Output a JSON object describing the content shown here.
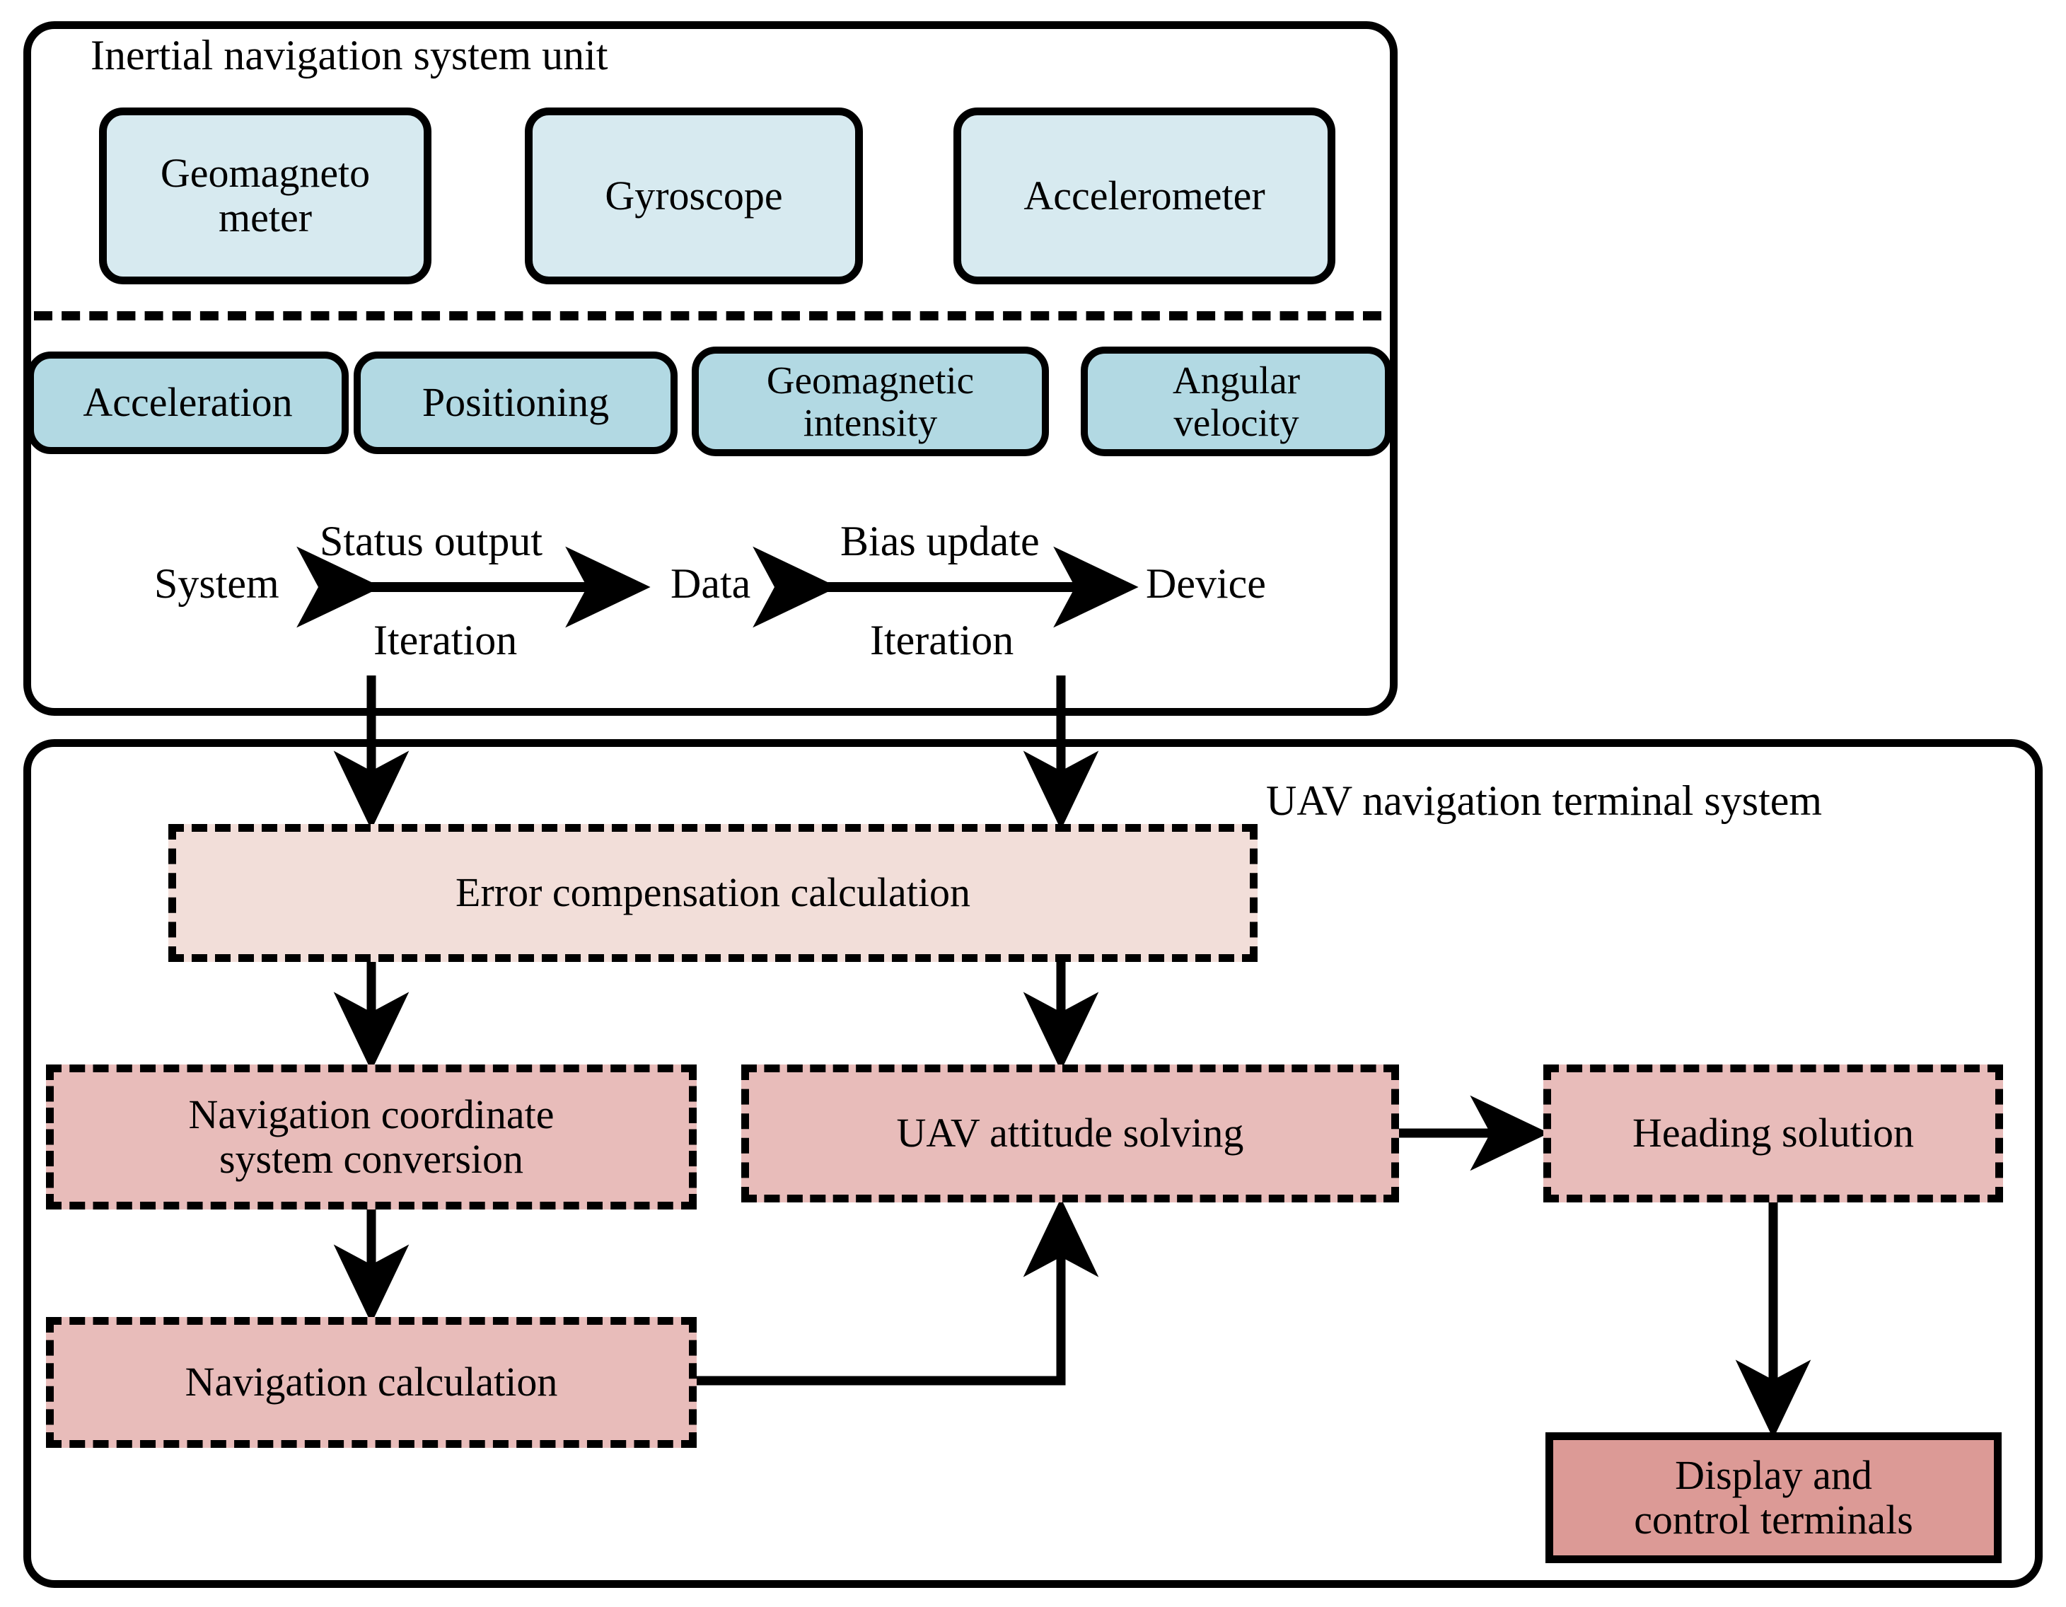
{
  "diagram": {
    "title_top": "Inertial navigation system unit",
    "title_bottom": "UAV navigation terminal system",
    "colors": {
      "sensor_fill": "#d7eaf0",
      "measure_fill": "#b2d9e3",
      "process_fill": "#e8bcba",
      "process_light_fill": "#f2ded9",
      "process_solid_fill": "#dc9a96",
      "stroke": "#000000",
      "background": "#ffffff"
    }
  },
  "ins_unit": {
    "title": "Inertial navigation system unit",
    "sensors": [
      {
        "id": "geomagnetometer",
        "label": "Geomagneto\nmeter"
      },
      {
        "id": "gyroscope",
        "label": "Gyroscope"
      },
      {
        "id": "accelerometer",
        "label": "Accelerometer"
      }
    ],
    "measurements": [
      {
        "id": "acceleration",
        "label": "Acceleration"
      },
      {
        "id": "positioning",
        "label": "Positioning"
      },
      {
        "id": "geomagnetic-intensity",
        "label": "Geomagnetic\nintensity"
      },
      {
        "id": "angular-velocity",
        "label": "Angular\nvelocity"
      }
    ],
    "loop": {
      "left_node": "System",
      "middle_node": "Data",
      "right_node": "Device",
      "left_arrow_top_label": "Status output",
      "left_arrow_bottom_label": "Iteration",
      "right_arrow_top_label": "Bias update",
      "right_arrow_bottom_label": "Iteration"
    }
  },
  "uav_terminal": {
    "title": "UAV navigation terminal system",
    "nodes": [
      {
        "id": "error-compensation-calculation",
        "label": "Error compensation calculation",
        "style": "dashed-light-pink"
      },
      {
        "id": "navigation-coordinate-system-conversion",
        "label": "Navigation coordinate\nsystem conversion",
        "style": "dashed-pink"
      },
      {
        "id": "uav-attitude-solving",
        "label": "UAV attitude solving",
        "style": "dashed-pink"
      },
      {
        "id": "heading-solution",
        "label": "Heading solution",
        "style": "dashed-pink"
      },
      {
        "id": "navigation-calculation",
        "label": "Navigation calculation",
        "style": "dashed-pink"
      },
      {
        "id": "display-and-control-terminals",
        "label": "Display and\ncontrol terminals",
        "style": "solid-dark-pink"
      }
    ],
    "edges": [
      {
        "from": "ins-unit",
        "to": "error-compensation-calculation",
        "type": "arrow-down"
      },
      {
        "from": "ins-unit",
        "to": "error-compensation-calculation",
        "type": "arrow-down"
      },
      {
        "from": "error-compensation-calculation",
        "to": "navigation-coordinate-system-conversion",
        "type": "arrow-down"
      },
      {
        "from": "error-compensation-calculation",
        "to": "uav-attitude-solving",
        "type": "arrow-down"
      },
      {
        "from": "navigation-coordinate-system-conversion",
        "to": "navigation-calculation",
        "type": "arrow-down"
      },
      {
        "from": "navigation-calculation",
        "to": "uav-attitude-solving",
        "type": "arrow-right-up"
      },
      {
        "from": "uav-attitude-solving",
        "to": "heading-solution",
        "type": "arrow-right"
      },
      {
        "from": "heading-solution",
        "to": "display-and-control-terminals",
        "type": "arrow-down"
      }
    ]
  }
}
